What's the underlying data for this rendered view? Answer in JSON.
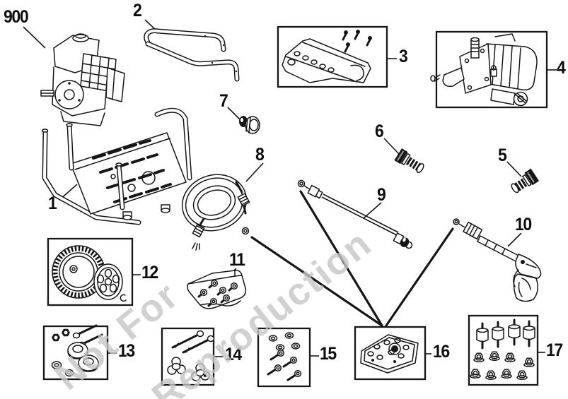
{
  "watermark": {
    "line1": "Not For",
    "line2": "Reproduction"
  },
  "colors": {
    "line_art": "#161616",
    "label_text": "#0d0d0d",
    "watermark": "#c6c6c6",
    "background": "#ffffff"
  },
  "callouts": [
    {
      "label": "900",
      "name": "engine-assembly"
    },
    {
      "label": "1",
      "name": "frame-base"
    },
    {
      "label": "2",
      "name": "handlebar"
    },
    {
      "label": "3",
      "name": "heat-shield-kit"
    },
    {
      "label": "4",
      "name": "pump-assembly"
    },
    {
      "label": "5",
      "name": "outlet-fitting"
    },
    {
      "label": "6",
      "name": "hose-adapter-fitting"
    },
    {
      "label": "7",
      "name": "water-inlet-fitting"
    },
    {
      "label": "8",
      "name": "high-pressure-hose"
    },
    {
      "label": "9",
      "name": "spray-wand-extension"
    },
    {
      "label": "10",
      "name": "spray-gun"
    },
    {
      "label": "11",
      "name": "screw-kit-bag"
    },
    {
      "label": "12",
      "name": "wheel-and-hubcap-kit"
    },
    {
      "label": "13",
      "name": "axle-hardware-kit"
    },
    {
      "label": "14",
      "name": "knob-and-bolt-kit"
    },
    {
      "label": "15",
      "name": "screw-and-washer-kit"
    },
    {
      "label": "16",
      "name": "nozzle-kit"
    },
    {
      "label": "17",
      "name": "vibration-mount-kit"
    }
  ]
}
